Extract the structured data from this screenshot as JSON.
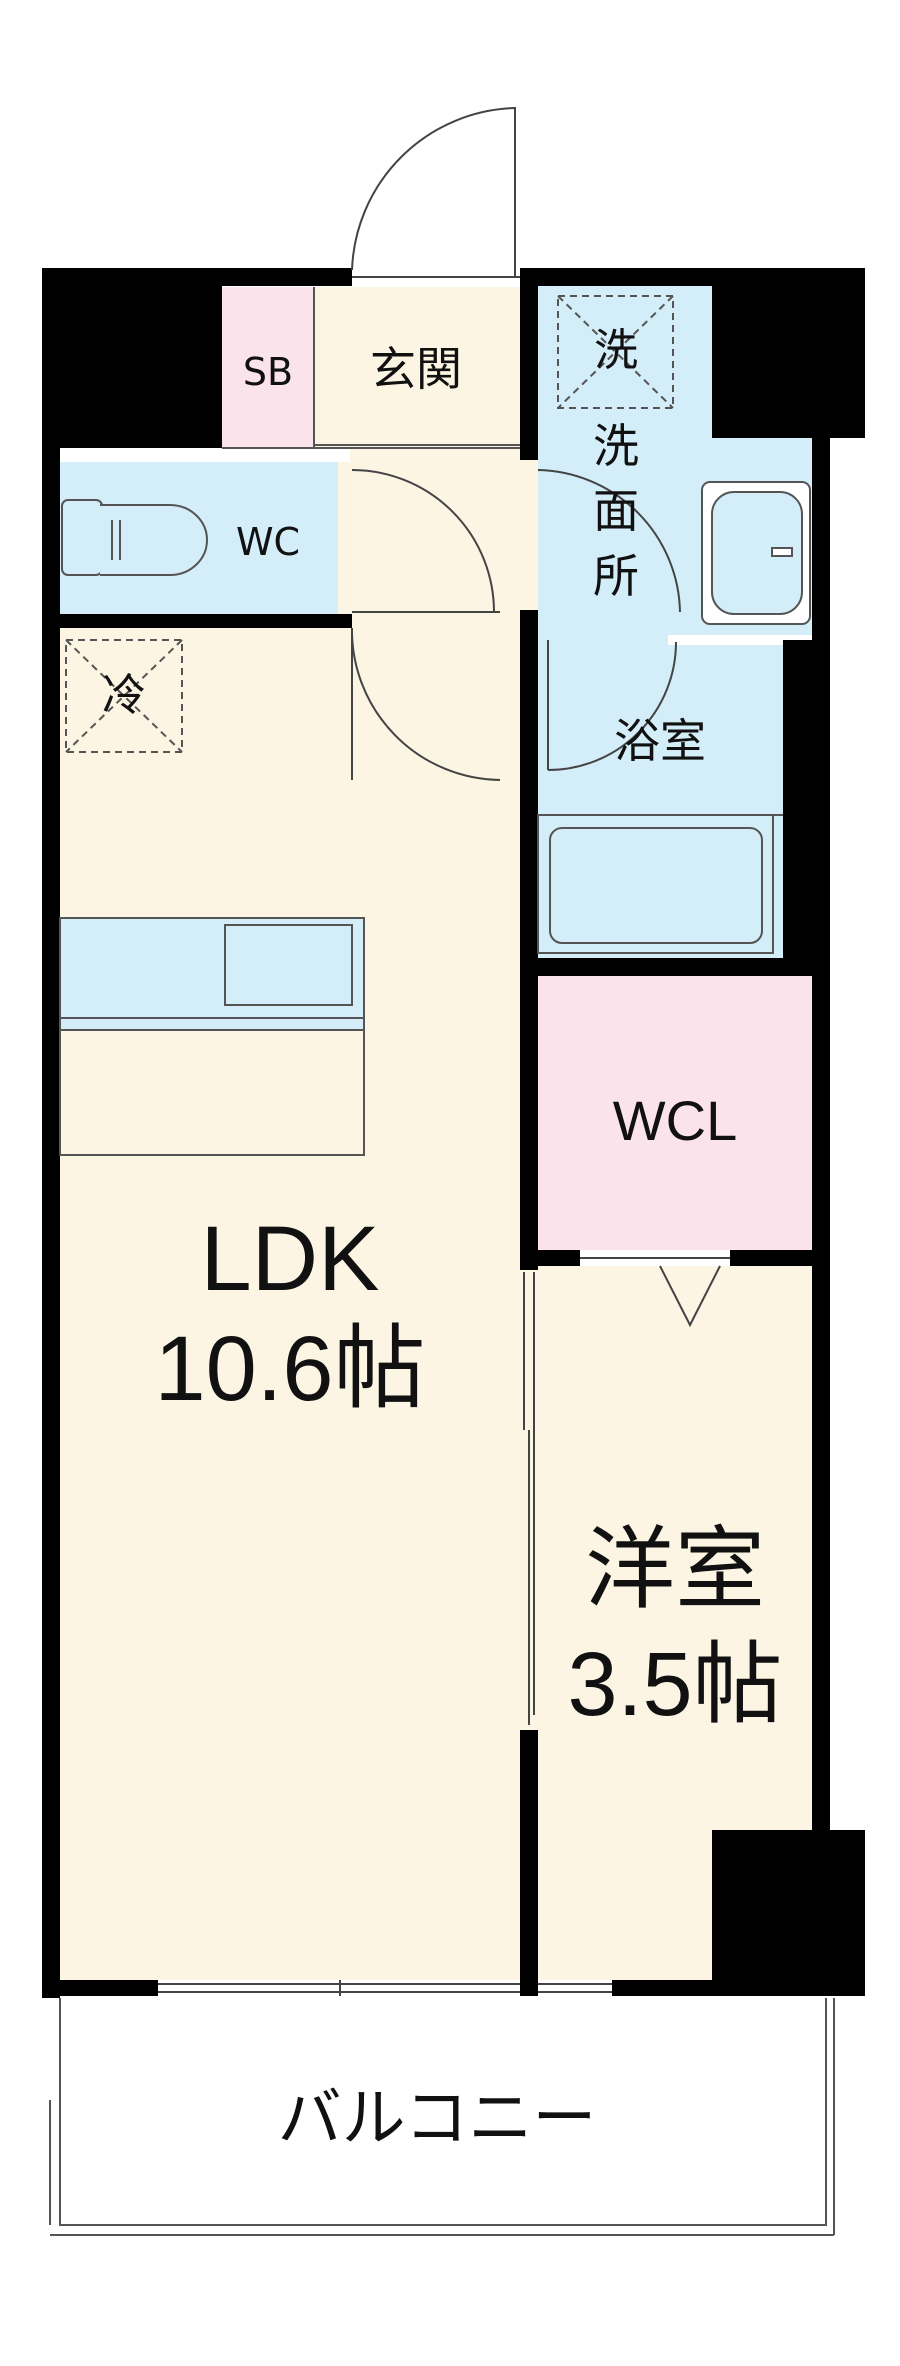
{
  "rooms": {
    "shoe_box": "SB",
    "entrance": "玄関",
    "toilet": "WC",
    "washer_space": "洗",
    "washroom": [
      "洗",
      "面",
      "所"
    ],
    "fridge_space": "冷",
    "bath": "浴室",
    "closet": "WCL",
    "ldk_name": "LDK",
    "ldk_size": "10.6帖",
    "western_name": "洋室",
    "western_size": "3.5帖",
    "balcony": "バルコニー"
  },
  "colors": {
    "wall": "#000000",
    "floor": "#fdf5e4",
    "water": "#d3eef9",
    "storage": "#fbe3ec",
    "balcony": "#ffffff",
    "line": "#555555"
  }
}
